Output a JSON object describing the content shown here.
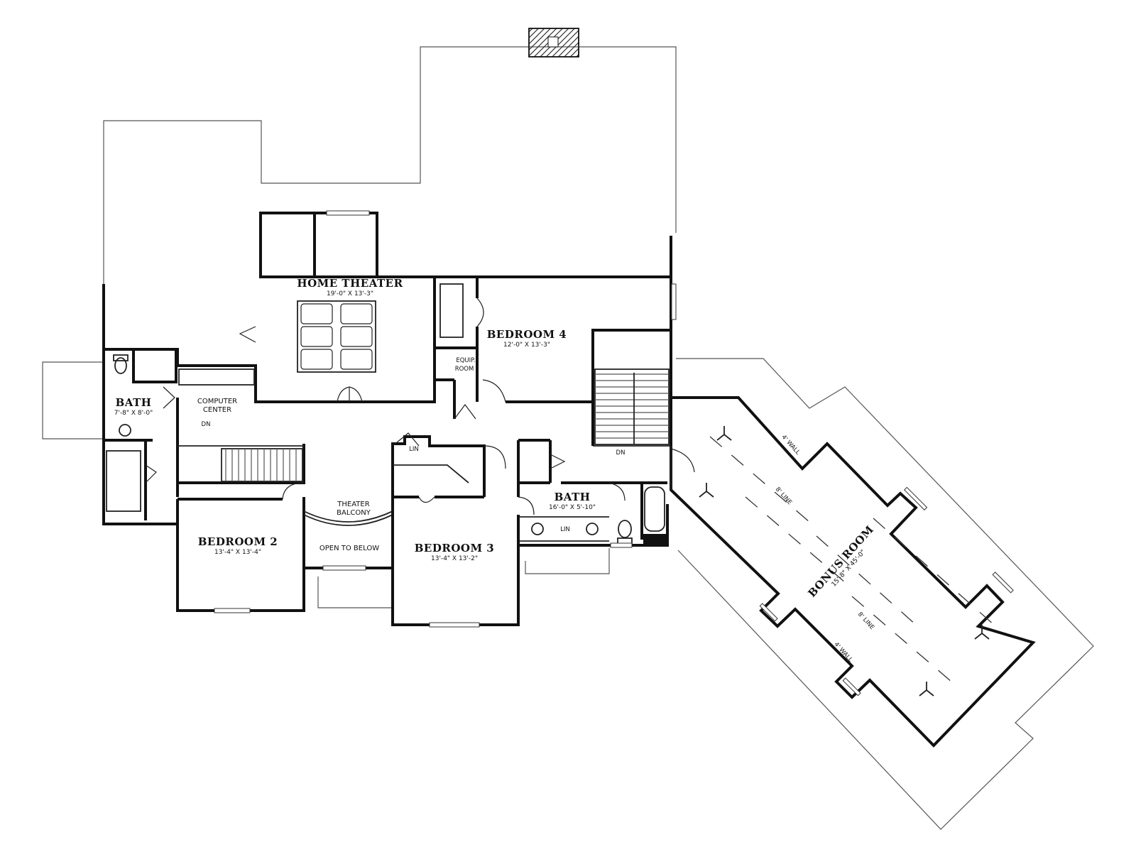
{
  "rooms": {
    "home_theater": {
      "name": "HOME THEATER",
      "dims": "19'-0\" X 13'-3\""
    },
    "bedroom_4": {
      "name": "BEDROOM 4",
      "dims": "12'-0\" X 13'-3\""
    },
    "bath_left": {
      "name": "BATH",
      "dims": "7'-8\" X 8'-0\""
    },
    "bath_center": {
      "name": "BATH",
      "dims": "16'-0\" X 5'-10\""
    },
    "bedroom_2": {
      "name": "BEDROOM 2",
      "dims": "13'-4\" X 13'-4\""
    },
    "bedroom_3": {
      "name": "BEDROOM 3",
      "dims": "13'-4\" X 13'-2\""
    },
    "bonus_room": {
      "name": "BONUS ROOM",
      "dims": "15'-8\" X 45'-0\""
    }
  },
  "labels": {
    "computer_center_1": "COMPUTER",
    "computer_center_2": "CENTER",
    "dn_left": "DN",
    "dn_right": "DN",
    "equip_1": "EQUIP.",
    "equip_2": "ROOM",
    "lin_upper": "LIN",
    "lin_bath": "LIN",
    "theater_balcony_1": "THEATER",
    "theater_balcony_2": "BALCONY",
    "open_to_below": "OPEN TO BELOW",
    "wall_4_upper": "4' WALL",
    "wall_4_lower": "4' WALL",
    "line_8_upper": "8' LINE",
    "line_8_lower": "8' LINE"
  }
}
